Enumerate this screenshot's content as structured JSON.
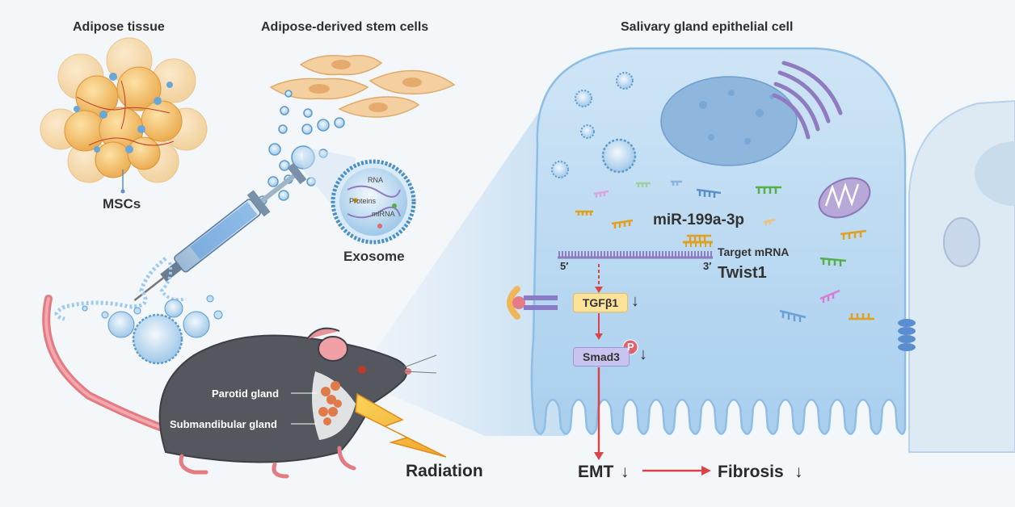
{
  "headings": {
    "adipose_tissue": "Adipose tissue",
    "adipose_stem_cells": "Adipose-derived stem cells",
    "salivary_cell": "Salivary gland epithelial cell"
  },
  "labels": {
    "mscs": "MSCs",
    "exosome": "Exosome",
    "rna": "RNA",
    "protein": "Proteins",
    "mirna": "miRNA",
    "parotid": "Parotid gland",
    "submandibular": "Submandibular gland",
    "radiation": "Radiation",
    "mir": "miR-199a-3p",
    "target_mrna": "Target mRNA",
    "five_prime": "5′",
    "three_prime": "3′",
    "twist1": "Twist1",
    "tgfb1": "TGFβ1",
    "smad3": "Smad3",
    "phospho": "P",
    "emt": "EMT",
    "fibrosis": "Fibrosis",
    "down": "↓"
  },
  "colors": {
    "cell_fill": "#bcd9f0",
    "cell_stroke": "#8fbde4",
    "arrow_red": "#d9434a",
    "fat": "#f0b65a",
    "mouse": "#555a60",
    "tail": "#e37b83"
  }
}
